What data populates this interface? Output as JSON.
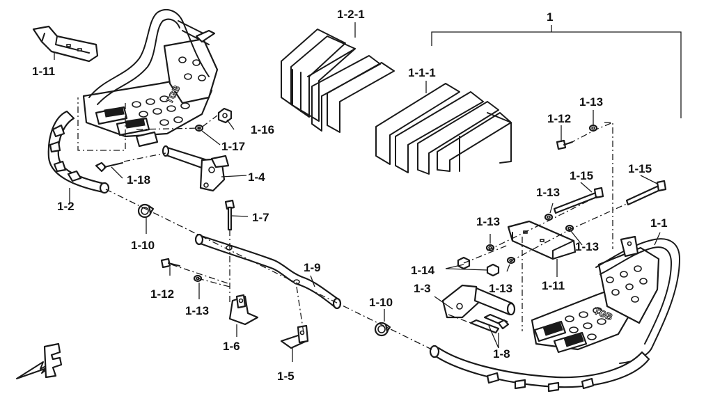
{
  "diagram": {
    "brand_mark": "TGB",
    "front_marker": "F",
    "labels": {
      "l_1": "1",
      "l_1_1": "1-1",
      "l_1_1_1": "1-1-1",
      "l_1_2": "1-2",
      "l_1_2_1": "1-2-1",
      "l_1_3": "1-3",
      "l_1_4": "1-4",
      "l_1_5": "1-5",
      "l_1_6": "1-6",
      "l_1_7": "1-7",
      "l_1_8": "1-8",
      "l_1_9": "1-9",
      "l_1_10_a": "1-10",
      "l_1_10_b": "1-10",
      "l_1_11_a": "1-11",
      "l_1_11_b": "1-11",
      "l_1_12_a": "1-12",
      "l_1_12_b": "1-12",
      "l_1_13_a": "1-13",
      "l_1_13_b": "1-13",
      "l_1_13_c": "1-13",
      "l_1_13_d": "1-13",
      "l_1_13_e": "1-13",
      "l_1_13_f": "1-13",
      "l_1_14": "1-14",
      "l_1_15_a": "1-15",
      "l_1_15_b": "1-15",
      "l_1_16": "1-16",
      "l_1_17": "1-17",
      "l_1_18": "1-18"
    }
  }
}
